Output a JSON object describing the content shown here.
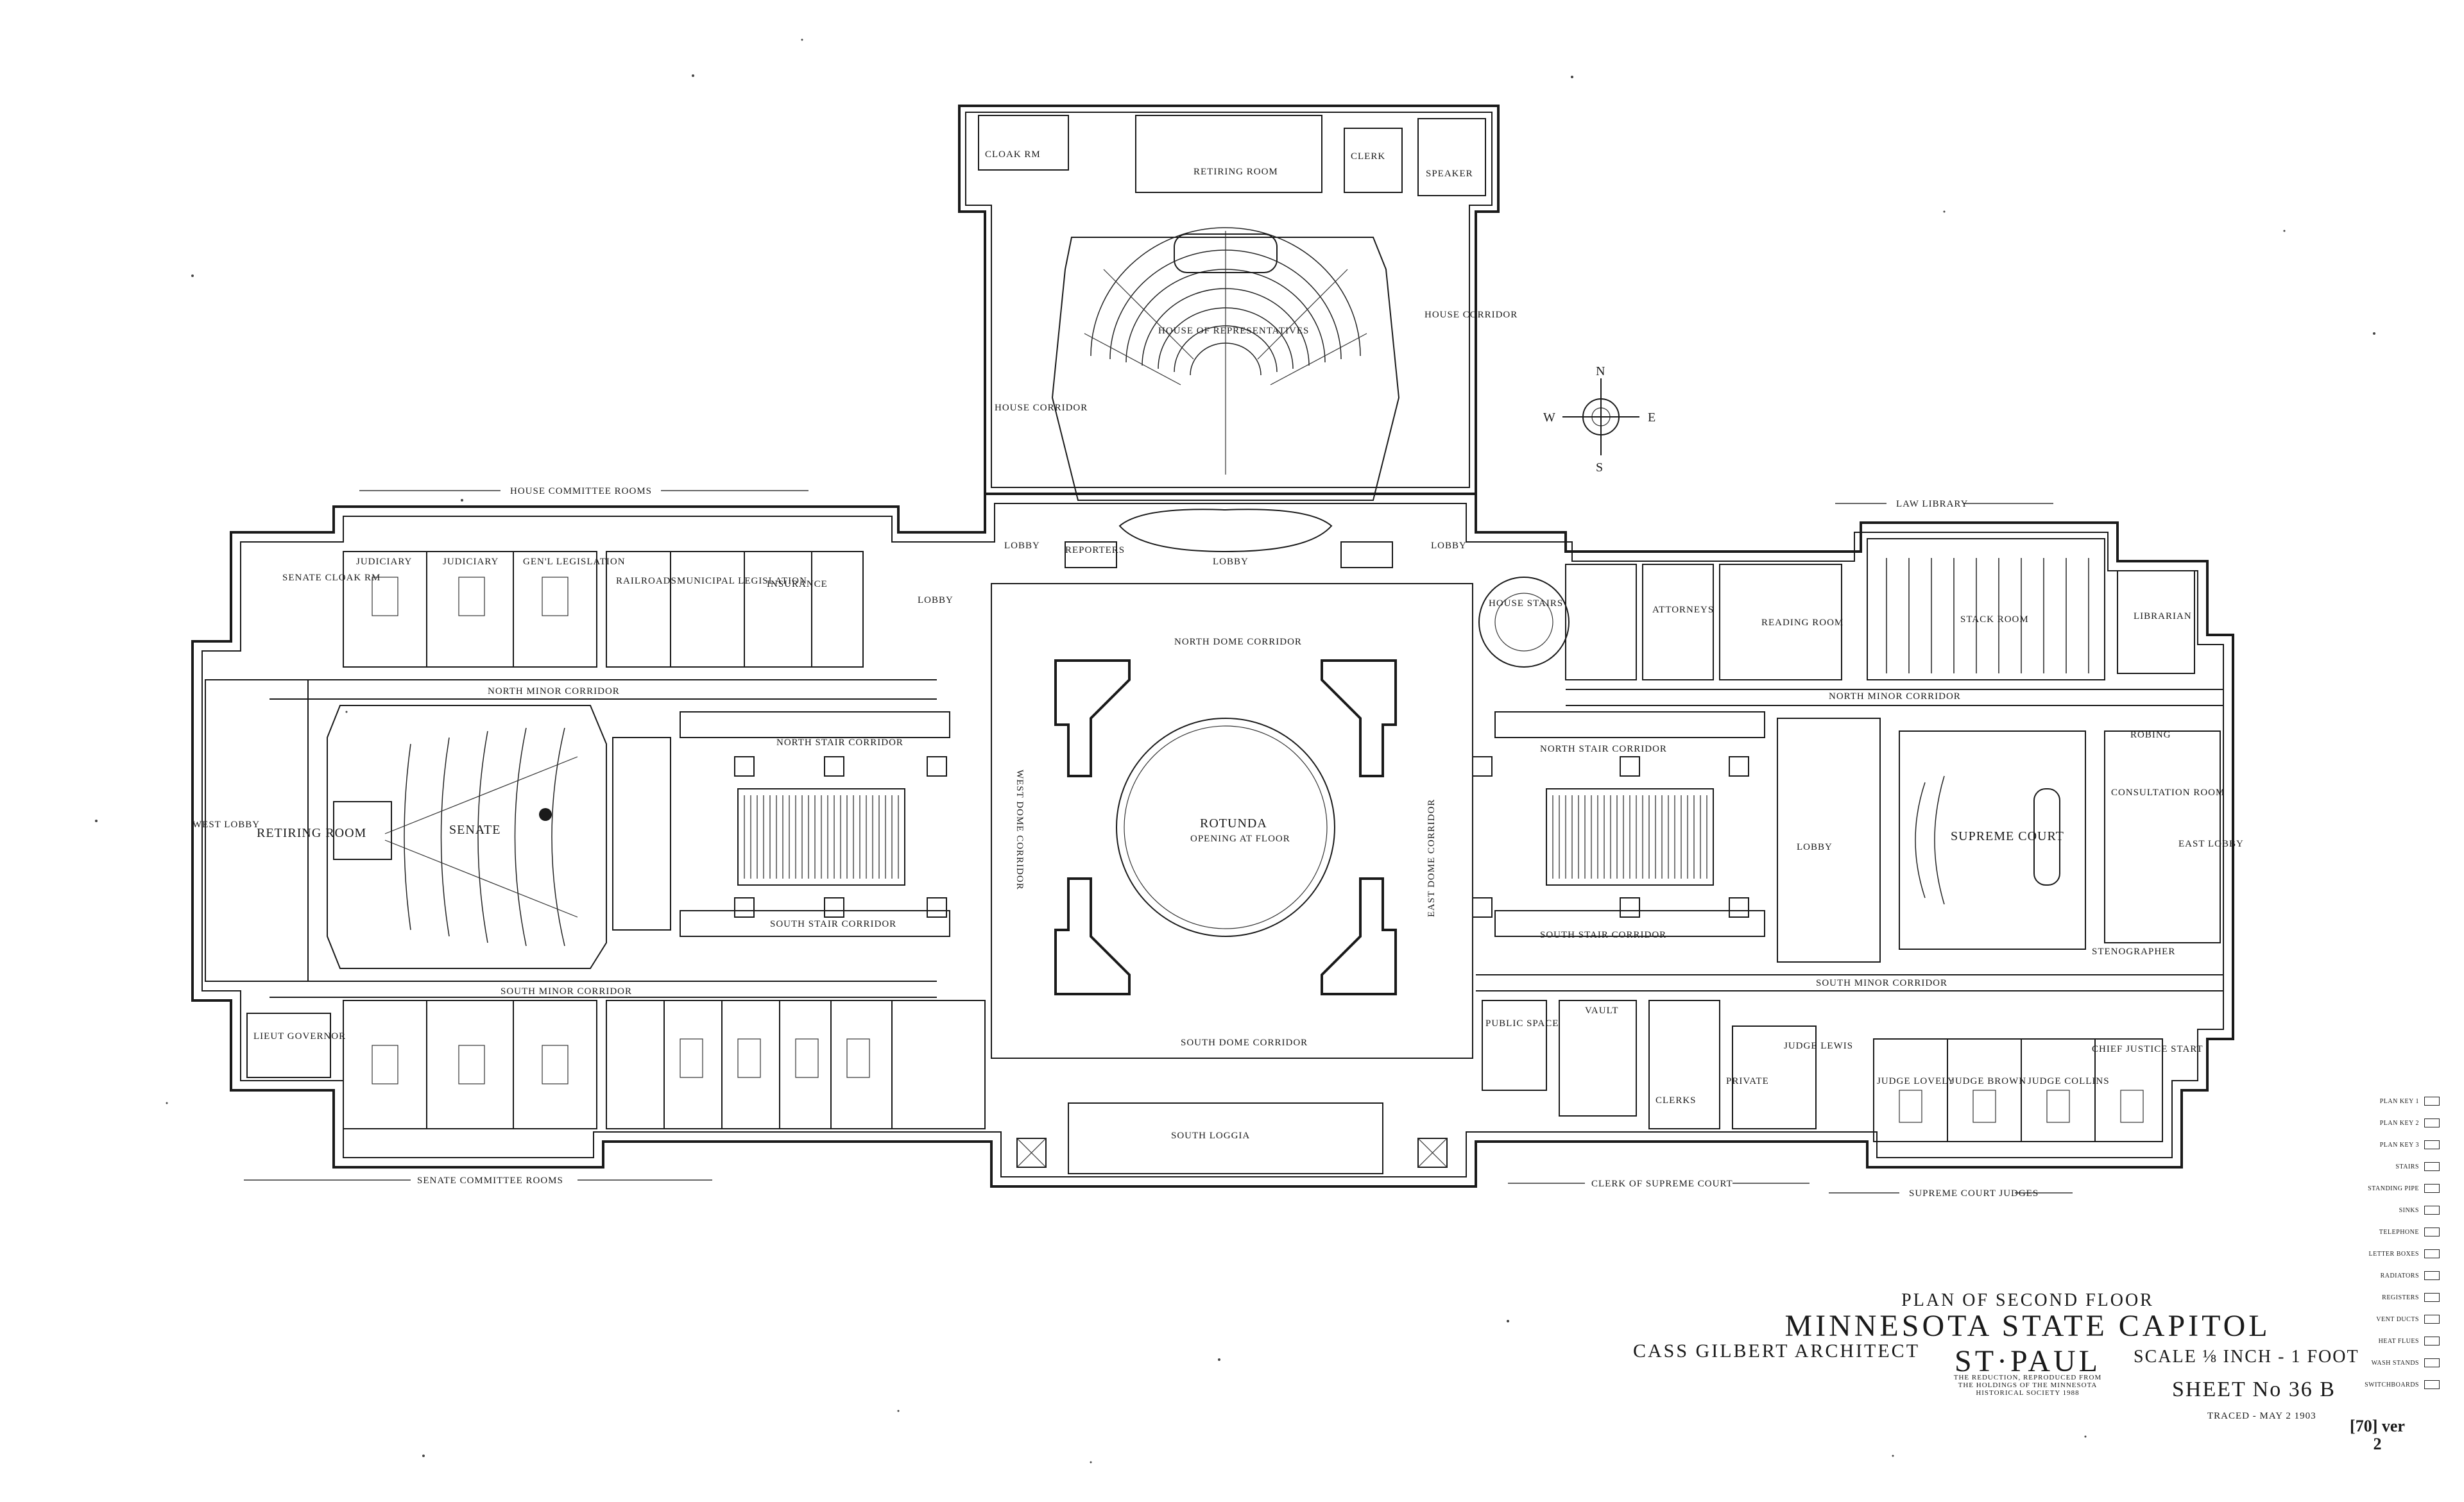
{
  "sheet": {
    "title_line1": "PLAN OF SECOND FLOOR",
    "title_line2": "MINNESOTA STATE CAPITOL ST·PAUL",
    "architect": "CASS GILBERT ARCHITECT",
    "scale": "SCALE ⅛ INCH - 1 FOOT",
    "sheet_number": "SHEET No 36 B",
    "dated": "TRACED - MAY 2 1903",
    "reproduction_note": "THE REDUCTION, REPRODUCED FROM THE HOLDINGS OF THE MINNESOTA HISTORICAL SOCIETY 1988",
    "hand_note": "[70] ver 2"
  },
  "compass": {
    "n": "N",
    "s": "S",
    "e": "E",
    "w": "W"
  },
  "rooms": {
    "house_committee_rooms": "HOUSE COMMITTEE ROOMS",
    "law_library": "LAW LIBRARY",
    "senate_committee_rooms": "SENATE COMMITTEE ROOMS",
    "clerk_supreme_court": "CLERK OF SUPREME COURT",
    "supreme_court_judges": "SUPREME COURT JUDGES",
    "cloak_rm": "CLOAK RM",
    "retiring_room_north": "RETIRING ROOM",
    "clerk": "CLERK",
    "speaker": "SPEAKER",
    "house_of_representatives": "HOUSE OF REPRESENTATIVES",
    "house_corridor_w": "HOUSE CORRIDOR",
    "house_corridor_e": "HOUSE CORRIDOR",
    "lobby_north": "LOBBY",
    "lobby_nw": "LOBBY",
    "lobby_ne": "LOBBY",
    "reporters": "REPORTERS",
    "lobby_west": "LOBBY",
    "senate": "SENATE",
    "judiciary1": "JUDICIARY",
    "judiciary2": "JUDICIARY",
    "gen_legislation": "GEN'L LEGISLATION",
    "railroads": "RAILROADS",
    "municipal_legislation": "MUNICIPAL LEGISLATION",
    "insurance": "INSURANCE",
    "north_minor_corridor": "NORTH MINOR CORRIDOR",
    "south_minor_corridor": "SOUTH MINOR CORRIDOR",
    "north_stair_corridor_w": "NORTH STAIR CORRIDOR",
    "south_stair_corridor_w": "SOUTH STAIR CORRIDOR",
    "north_stair_corridor_e": "NORTH STAIR CORRIDOR",
    "south_stair_corridor_e": "SOUTH STAIR CORRIDOR",
    "north_dome_corridor": "NORTH DOME CORRIDOR",
    "south_dome_corridor": "SOUTH DOME CORRIDOR",
    "west_dome_corridor": "WEST DOME CORRIDOR",
    "east_dome_corridor": "EAST DOME CORRIDOR",
    "rotunda": "ROTUNDA",
    "rotunda_sub": "OPENING AT FLOOR",
    "south_loggia": "SOUTH LOGGIA",
    "retiring_room_west": "RETIRING ROOM",
    "west_lobby_small": "WEST LOBBY",
    "senate_cloak": "SENATE CLOAK RM",
    "lieut_governor": "LIEUT GOVERNOR",
    "house_stairs": "HOUSE STAIRS",
    "attorneys": "ATTORNEYS",
    "reading_room": "READING ROOM",
    "stack_room": "STACK ROOM",
    "librarian": "LIBRARIAN",
    "north_minor_corridor_e": "NORTH MINOR CORRIDOR",
    "lobby_east": "LOBBY",
    "supreme_court": "SUPREME COURT",
    "robing": "ROBING",
    "consultation_room": "CONSULTATION ROOM",
    "east_lobby": "EAST LOBBY",
    "stenographer": "STENOGRAPHER",
    "south_minor_corridor_e": "SOUTH MINOR CORRIDOR",
    "vault": "VAULT",
    "public_space": "PUBLIC SPACE",
    "clerks": "CLERKS",
    "judge_lewis": "JUDGE LEWIS",
    "private": "PRIVATE",
    "judge_lovely": "JUDGE LOVELY",
    "judge_brown": "JUDGE BROWN",
    "judge_collins": "JUDGE COLLINS",
    "chief_justice": "CHIEF JUSTICE START"
  },
  "legend": [
    "PLAN KEY 1",
    "PLAN KEY 2",
    "PLAN KEY 3",
    "STAIRS",
    "STANDING PIPE",
    "SINKS",
    "TELEPHONE",
    "LETTER BOXES",
    "RADIATORS",
    "REGISTERS",
    "VENT DUCTS",
    "HEAT FLUES",
    "WASH STANDS",
    "SWITCHBOARDS"
  ]
}
